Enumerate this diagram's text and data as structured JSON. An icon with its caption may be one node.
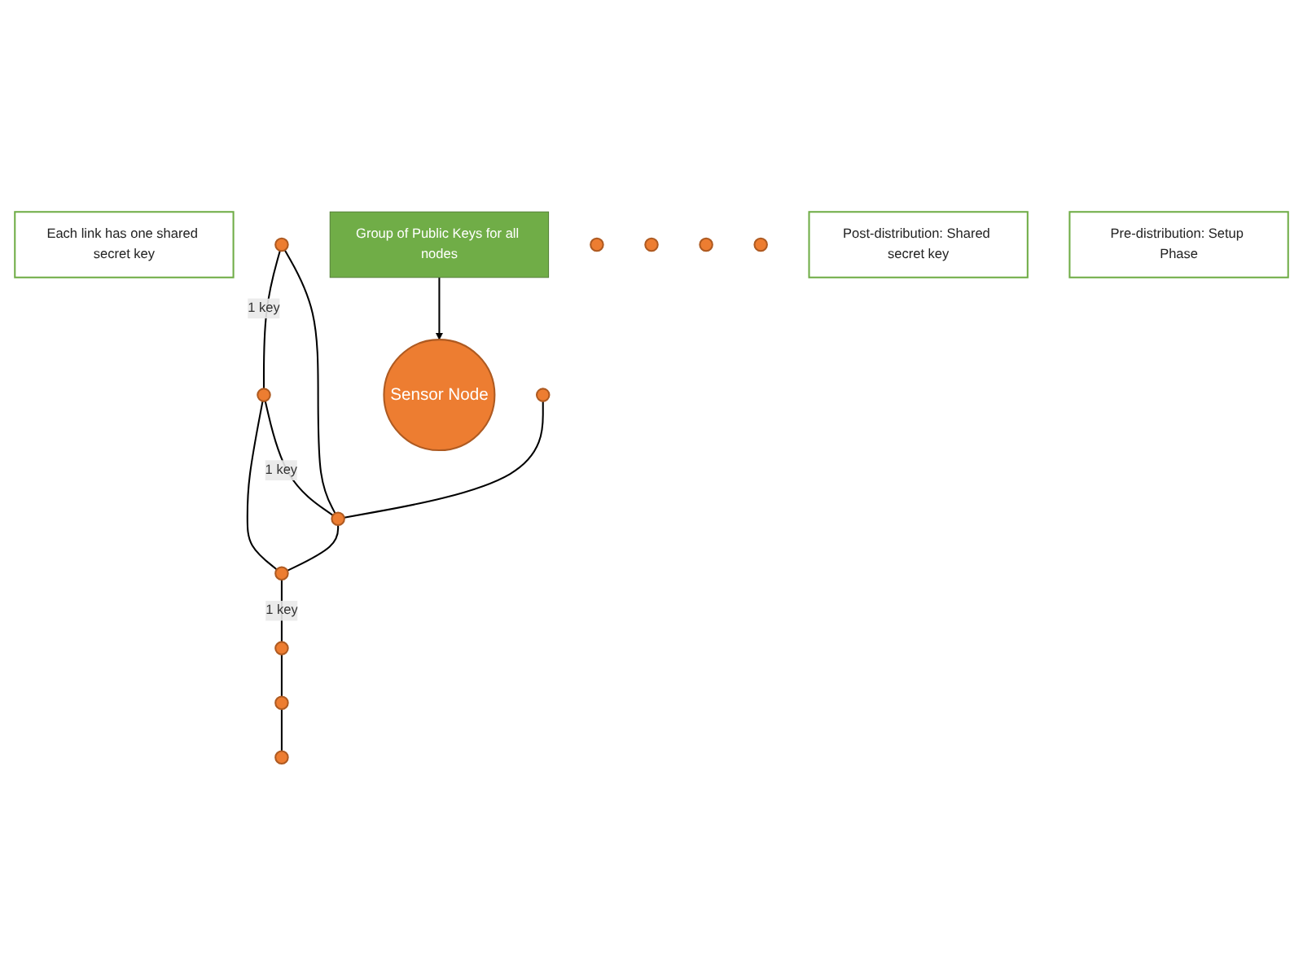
{
  "diagram": {
    "nodes": [
      {
        "text": [
          "Each link has one shared secret key"
        ]
      },
      {
        "text": [],
        "shape": "circle"
      },
      {
        "text": [],
        "shape": "circle"
      },
      {
        "text": [
          "Group of Public Keys for all nodes"
        ]
      },
      {
        "text": [],
        "shape": "circle"
      },
      {
        "text": [],
        "shape": "circle"
      },
      {
        "text": [],
        "shape": "circle"
      },
      {
        "text": [],
        "shape": "circle"
      },
      {
        "text": [],
        "shape": "circle"
      },
      {
        "text": [],
        "shape": "circle"
      },
      {
        "text": [],
        "shape": "circle"
      },
      {
        "text": [
          "Sensor Node"
        ]
      },
      {
        "text": [],
        "shape": "circle"
      },
      {
        "text": [],
        "shape": "circle"
      },
      {
        "text": [],
        "shape": "circle"
      },
      {
        "text": [
          "Post-distribution: Shared secret key"
        ]
      },
      {
        "text": [
          "Pre-distribution: Setup Phase"
        ]
      }
    ],
    "edges": [
      {
        "from": 4,
        "to": 2,
        "arrow": "none",
        "label": "1 key"
      },
      {
        "from": 2,
        "to": 7,
        "arrow": "none",
        "label": "1 key"
      },
      {
        "from": 2,
        "to": 5,
        "arrow": "none"
      },
      {
        "from": 4,
        "to": 7,
        "arrow": "none"
      },
      {
        "from": 7,
        "to": 5,
        "arrow": "none"
      },
      {
        "from": 5,
        "to": 1,
        "arrow": "none",
        "label": "1 key"
      },
      {
        "from": 1,
        "to": 6,
        "arrow": "none"
      },
      {
        "from": 6,
        "to": 8,
        "arrow": "none"
      },
      {
        "from": 9,
        "to": 7,
        "arrow": "none"
      },
      {
        "from": 3,
        "to": 11,
        "arrow": "to"
      }
    ]
  }
}
